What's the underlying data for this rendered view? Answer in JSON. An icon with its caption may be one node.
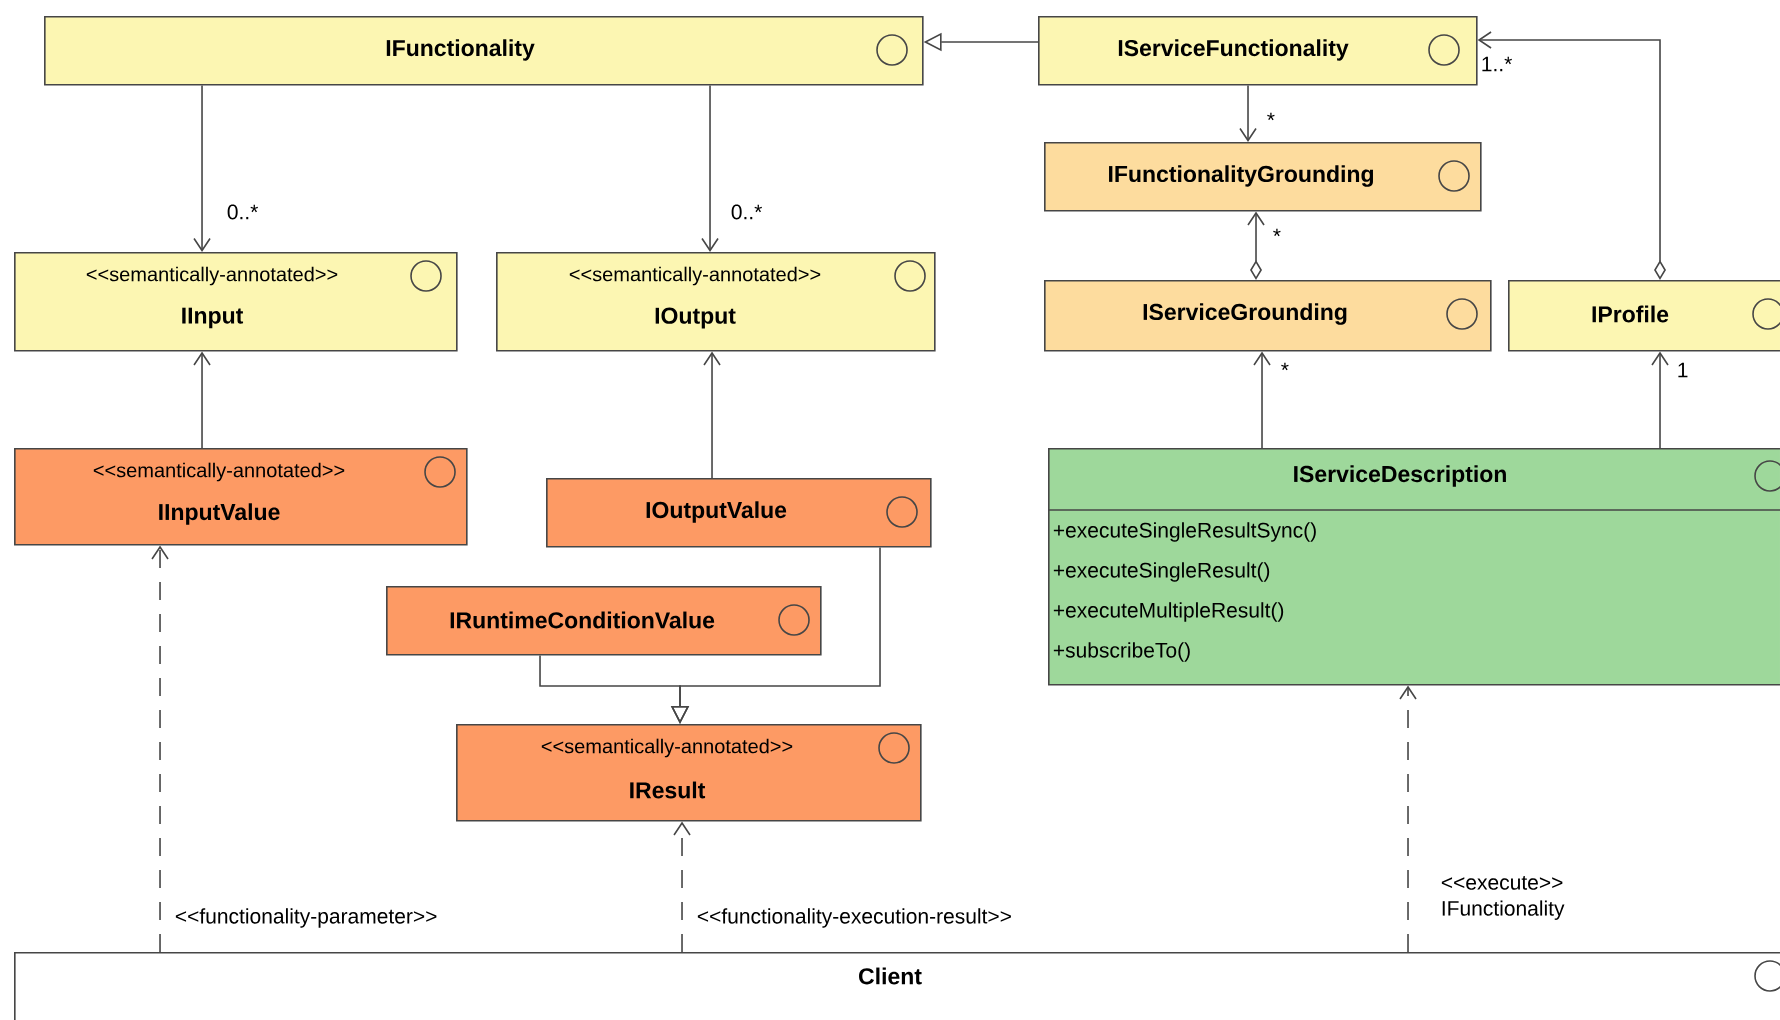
{
  "diagram": {
    "nodes": [
      {
        "text": [
          "IFunctionality"
        ]
      },
      {
        "text": [
          "IServiceFunctionality"
        ]
      },
      {
        "text": [
          "IFunctionalityGrounding"
        ]
      },
      {
        "text": [
          "<<semantically-annotated>>",
          "IInput"
        ]
      },
      {
        "text": [
          "<<semantically-annotated>>",
          "IOutput"
        ]
      },
      {
        "text": [
          "IServiceGrounding"
        ]
      },
      {
        "text": [
          "IProfile"
        ]
      },
      {
        "text": [
          "<<semantically-annotated>>",
          "IInputValue"
        ]
      },
      {
        "text": [
          "IOutputValue"
        ]
      },
      {
        "text": [
          "IServiceDescription",
          "+executeSingleResultSync()",
          "+executeSingleResult()",
          "+executeMultipleResult()",
          "+subscribeTo()"
        ]
      },
      {
        "text": [
          "IRuntimeConditionValue"
        ]
      },
      {
        "text": [
          "<<semantically-annotated>>",
          "IResult"
        ]
      },
      {
        "text": [
          "Client"
        ]
      }
    ],
    "edges": [
      {
        "from": 1,
        "to": 0,
        "arrow": "to"
      },
      {
        "from": 0,
        "to": 3,
        "arrow": "to",
        "label": "0..*"
      },
      {
        "from": 0,
        "to": 4,
        "arrow": "to",
        "label": "0..*"
      },
      {
        "from": 1,
        "to": 2,
        "arrow": "to",
        "label": "*"
      },
      {
        "from": 5,
        "to": 2,
        "arrow": "to",
        "label": "*"
      },
      {
        "from": 6,
        "to": 1,
        "arrow": "to",
        "label": "1..*"
      },
      {
        "from": 9,
        "to": 5,
        "arrow": "to",
        "label": "*"
      },
      {
        "from": 9,
        "to": 6,
        "arrow": "to",
        "label": "1"
      },
      {
        "from": 7,
        "to": 3,
        "arrow": "to"
      },
      {
        "from": 8,
        "to": 4,
        "arrow": "to"
      },
      {
        "from": 8,
        "to": 11,
        "arrow": "to"
      },
      {
        "from": 10,
        "to": 11,
        "arrow": "to"
      },
      {
        "from": 12,
        "to": 7,
        "arrow": "to",
        "style": "dashed",
        "label": "<<functionality-parameter>>"
      },
      {
        "from": 12,
        "to": 11,
        "arrow": "to",
        "style": "dashed",
        "label": "<<functionality-execution-result>>"
      },
      {
        "from": 12,
        "to": 9,
        "arrow": "to",
        "style": "dashed",
        "label": "<<execute>> IFunctionality"
      }
    ]
  }
}
